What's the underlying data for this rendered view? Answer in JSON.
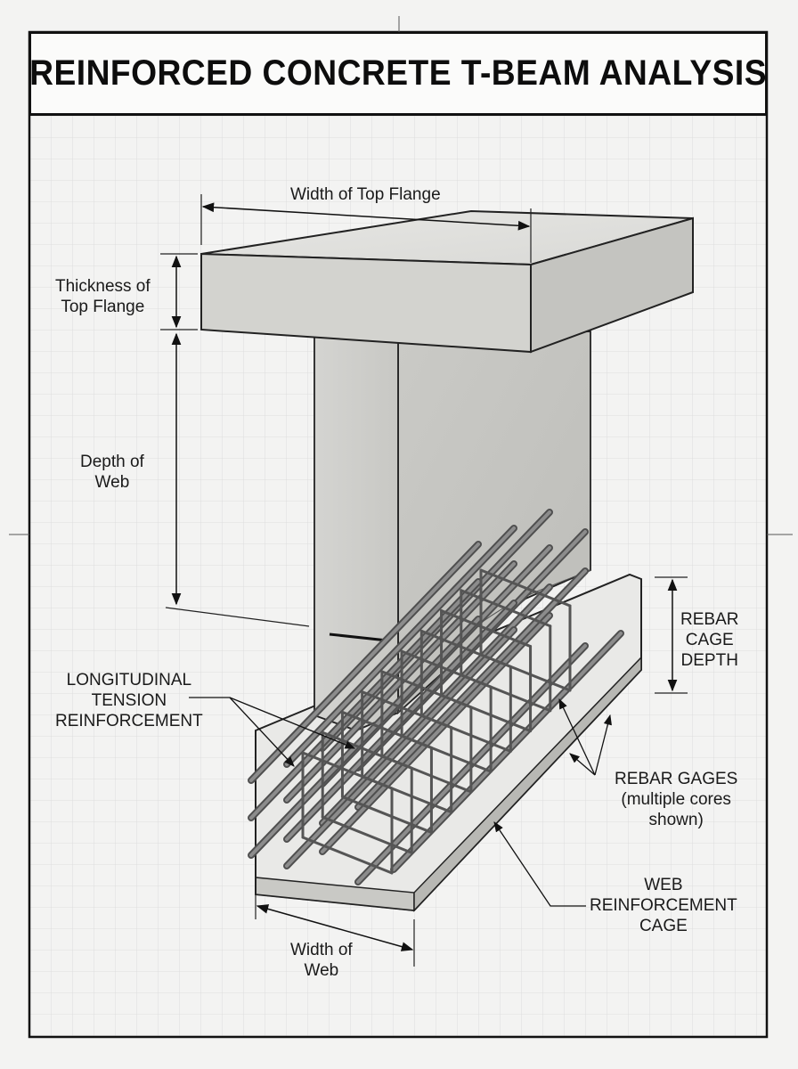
{
  "title": "REINFORCED CONCRETE T-BEAM ANALYSIS",
  "labels": {
    "width_top_flange": "Width of Top Flange",
    "thickness_top_flange": [
      "Thickness of",
      "Top Flange"
    ],
    "depth_of_web": [
      "Depth of",
      "Web"
    ],
    "rebar_cage_depth": [
      "REBAR",
      "CAGE",
      "DEPTH"
    ],
    "longitudinal_tension": [
      "LONGITUDINAL",
      "TENSION",
      "REINFORCEMENT"
    ],
    "rebar_gages": [
      "REBAR GAGES",
      "(multiple cores",
      "shown)"
    ],
    "web_reinforcement_cage": [
      "WEB",
      "REINFORCEMENT",
      "CAGE"
    ],
    "width_of_web": [
      "Width of",
      "Web"
    ]
  },
  "colors": {
    "paper": "#f3f3f2",
    "grid": "#d6d6d6",
    "ink": "#111111",
    "concrete_light": "#dededb",
    "concrete_mid": "#cfcfcb",
    "concrete_dark": "#b9b9b5",
    "rebar": "#6e6e6e"
  }
}
